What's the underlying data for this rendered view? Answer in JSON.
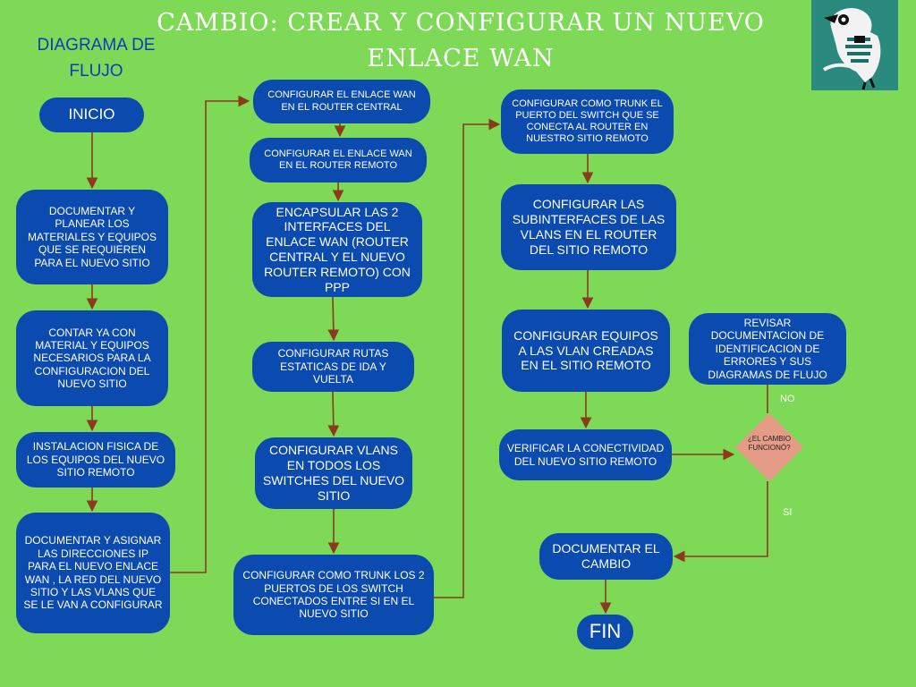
{
  "header": {
    "title": "CAMBIO: CREAR Y CONFIGURAR UN NUEVO ENLACE WAN",
    "subtitle": "DIAGRAMA DE FLUJO"
  },
  "nodes": {
    "inicio": "INICIO",
    "documentar_planear": "DOCUMENTAR Y PLANEAR LOS MATERIALES Y EQUIPOS QUE SE REQUIEREN PARA EL NUEVO SITIO",
    "contar_material": "CONTAR YA CON MATERIAL Y EQUIPOS NECESARIOS PARA LA CONFIGURACION DEL NUEVO SITIO",
    "instalacion_fisica": "INSTALACION FISICA DE LOS EQUIPOS DEL NUEVO SITIO REMOTO",
    "documentar_asignar_ip": "DOCUMENTAR Y ASIGNAR LAS DIRECCIONES IP PARA EL NUEVO ENLACE WAN , LA RED DEL NUEVO SITIO Y LAS VLANS QUE SE LE VAN A CONFIGURAR",
    "wan_router_central": "CONFIGURAR EL ENLACE WAN EN EL ROUTER CENTRAL",
    "wan_router_remoto": "CONFIGURAR EL ENLACE WAN EN EL ROUTER REMOTO",
    "encapsular_ppp": "ENCAPSULAR LAS 2 INTERFACES DEL ENLACE WAN (ROUTER CENTRAL Y EL NUEVO ROUTER REMOTO)  CON PPP",
    "rutas_estaticas": "CONFIGURAR RUTAS ESTATICAS DE IDA Y VUELTA",
    "vlans_switches": "CONFIGURAR VLANS EN TODOS LOS SWITCHES DEL NUEVO SITIO",
    "trunk_switches": "CONFIGURAR COMO TRUNK LOS  2 PUERTOS DE LOS SWITCH CONECTADOS ENTRE SI EN EL NUEVO SITIO",
    "trunk_router": "CONFIGURAR COMO TRUNK EL PUERTO DEL SWITCH QUE SE CONECTA AL ROUTER EN NUESTRO SITIO REMOTO",
    "subinterfaces": "CONFIGURAR LAS SUBINTERFACES DE LAS VLANS EN EL ROUTER DEL SITIO REMOTO",
    "equipos_vlan": "CONFIGURAR  EQUIPOS A LAS VLAN CREADAS EN EL SITIO REMOTO",
    "verificar": "VERIFICAR LA CONECTIVIDAD DEL NUEVO SITIO REMOTO",
    "decision": "¿EL CAMBIO FUNCIONÓ?",
    "revisar": "REVISAR DOCUMENTACION DE IDENTIFICACION DE ERRORES Y SUS DIAGRAMAS DE FLUJO",
    "documentar_cambio": "DOCUMENTAR EL CAMBIO",
    "fin": "FIN"
  },
  "edges": {
    "no": "NO",
    "si": "SI"
  },
  "colors": {
    "background": "#7ed957",
    "node": "#0b4aae",
    "decision": "#e59c86",
    "arrow": "#8b3a1e",
    "logo_bg": "#2a8a7d"
  },
  "logo_icon": "eagle-logo-icon"
}
